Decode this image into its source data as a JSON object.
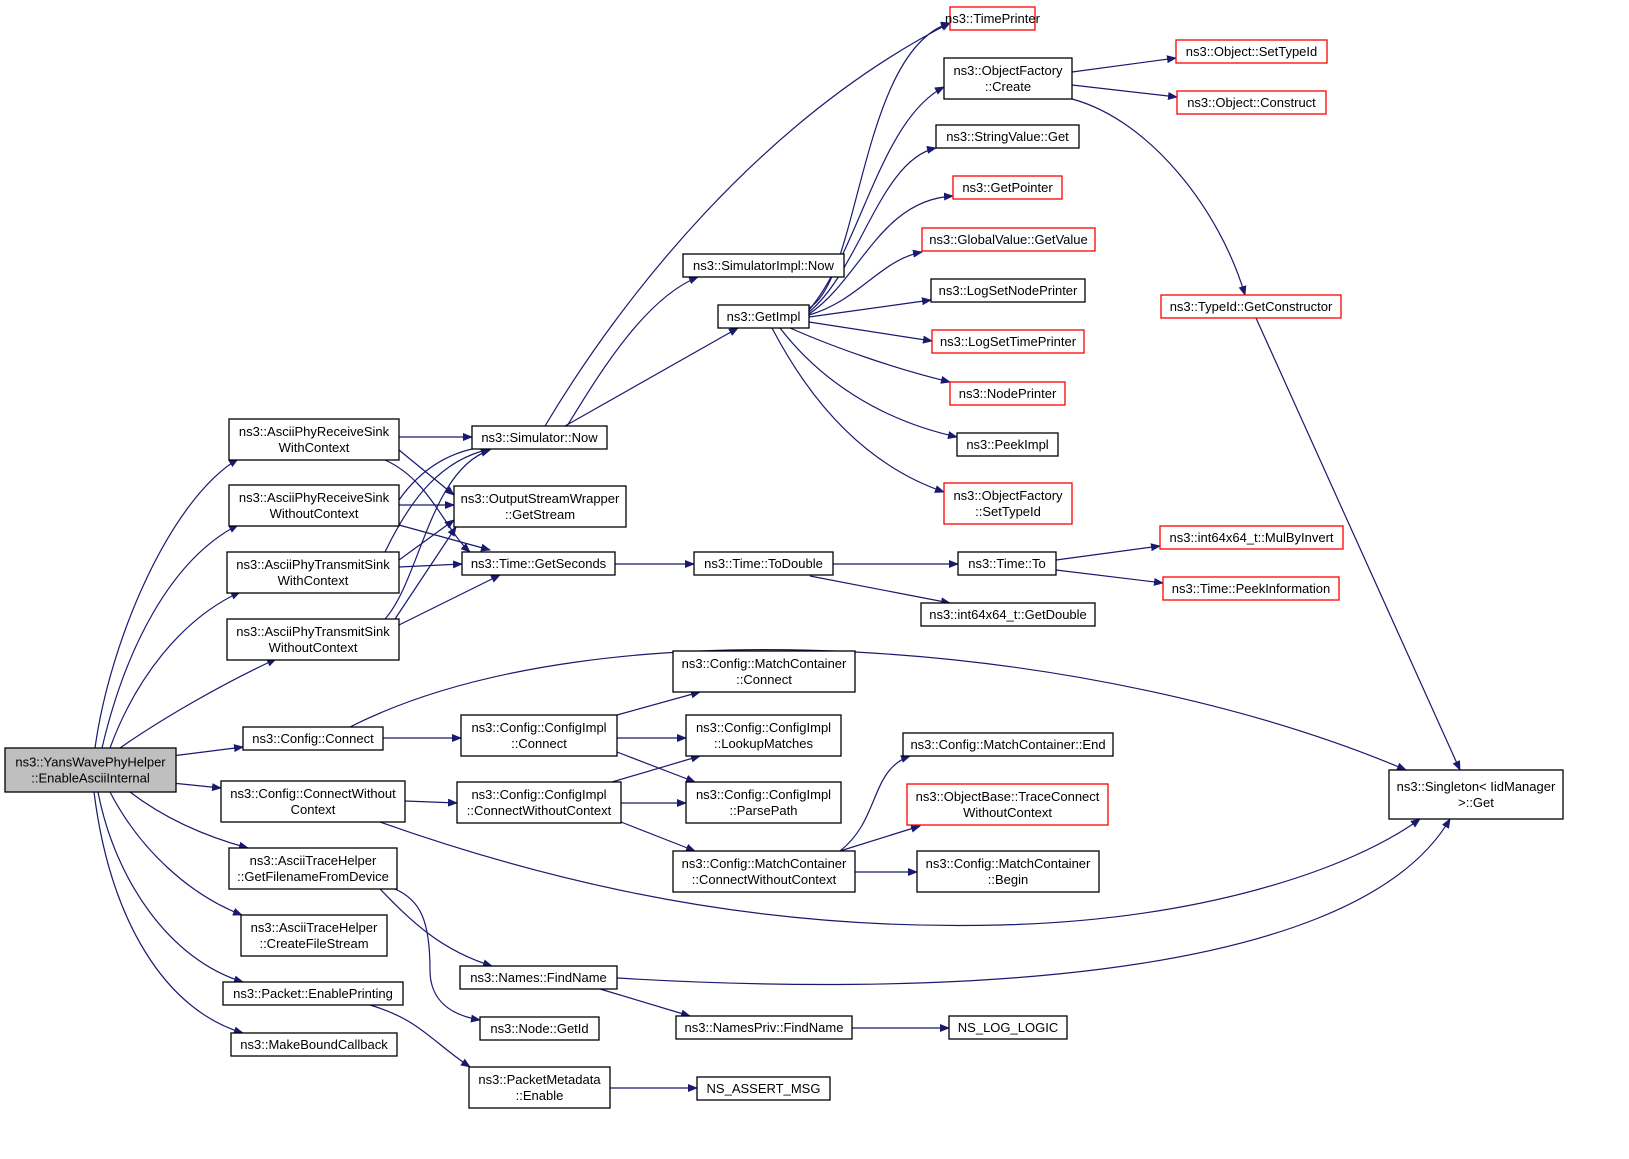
{
  "colors": {
    "edge": "#191970",
    "border_normal": "#000000",
    "border_truncated": "#ff0000",
    "root_fill": "#bfbfbf",
    "node_fill": "#ffffff"
  },
  "nodes": {
    "root": {
      "lines": [
        "ns3::YansWavePhyHelper",
        "::EnableAsciiInternal"
      ],
      "type": "root"
    },
    "rxWith": {
      "lines": [
        "ns3::AsciiPhyReceiveSink",
        "WithContext"
      ],
      "type": "normal"
    },
    "rxWithout": {
      "lines": [
        "ns3::AsciiPhyReceiveSink",
        "WithoutContext"
      ],
      "type": "normal"
    },
    "txWith": {
      "lines": [
        "ns3::AsciiPhyTransmitSink",
        "WithContext"
      ],
      "type": "normal"
    },
    "txWithout": {
      "lines": [
        "ns3::AsciiPhyTransmitSink",
        "WithoutContext"
      ],
      "type": "normal"
    },
    "cfgConnect": {
      "lines": [
        "ns3::Config::Connect"
      ],
      "type": "normal"
    },
    "cfgConnectWO": {
      "lines": [
        "ns3::Config::ConnectWithout",
        "Context"
      ],
      "type": "normal"
    },
    "getFilename": {
      "lines": [
        "ns3::AsciiTraceHelper",
        "::GetFilenameFromDevice"
      ],
      "type": "normal"
    },
    "createFile": {
      "lines": [
        "ns3::AsciiTraceHelper",
        "::CreateFileStream"
      ],
      "type": "normal"
    },
    "enablePrinting": {
      "lines": [
        "ns3::Packet::EnablePrinting"
      ],
      "type": "normal"
    },
    "makeBound": {
      "lines": [
        "ns3::MakeBoundCallback"
      ],
      "type": "normal"
    },
    "simNow": {
      "lines": [
        "ns3::Simulator::Now"
      ],
      "type": "normal"
    },
    "getStream": {
      "lines": [
        "ns3::OutputStreamWrapper",
        "::GetStream"
      ],
      "type": "normal"
    },
    "getSeconds": {
      "lines": [
        "ns3::Time::GetSeconds"
      ],
      "type": "normal"
    },
    "cfgImplConnect": {
      "lines": [
        "ns3::Config::ConfigImpl",
        "::Connect"
      ],
      "type": "normal"
    },
    "cfgImplConnectWO": {
      "lines": [
        "ns3::Config::ConfigImpl",
        "::ConnectWithoutContext"
      ],
      "type": "normal"
    },
    "namesFind": {
      "lines": [
        "ns3::Names::FindName"
      ],
      "type": "normal"
    },
    "nodeGetId": {
      "lines": [
        "ns3::Node::GetId"
      ],
      "type": "normal"
    },
    "pmEnable": {
      "lines": [
        "ns3::PacketMetadata",
        "::Enable"
      ],
      "type": "normal"
    },
    "simImplNow": {
      "lines": [
        "ns3::SimulatorImpl::Now"
      ],
      "type": "normal"
    },
    "getImpl": {
      "lines": [
        "ns3::GetImpl"
      ],
      "type": "normal"
    },
    "toDouble": {
      "lines": [
        "ns3::Time::ToDouble"
      ],
      "type": "normal"
    },
    "mcConnect": {
      "lines": [
        "ns3::Config::MatchContainer",
        "::Connect"
      ],
      "type": "normal"
    },
    "lookupMatches": {
      "lines": [
        "ns3::Config::ConfigImpl",
        "::LookupMatches"
      ],
      "type": "normal"
    },
    "parsePath": {
      "lines": [
        "ns3::Config::ConfigImpl",
        "::ParsePath"
      ],
      "type": "normal"
    },
    "mcConnectWO": {
      "lines": [
        "ns3::Config::MatchContainer",
        "::ConnectWithoutContext"
      ],
      "type": "normal"
    },
    "namesPrivFind": {
      "lines": [
        "ns3::NamesPriv::FindName"
      ],
      "type": "normal"
    },
    "assertMsg": {
      "lines": [
        "NS_ASSERT_MSG"
      ],
      "type": "normal"
    },
    "timePrinter": {
      "lines": [
        "ns3::TimePrinter"
      ],
      "type": "truncated"
    },
    "ofCreate": {
      "lines": [
        "ns3::ObjectFactory",
        "::Create"
      ],
      "type": "normal"
    },
    "strGet": {
      "lines": [
        "ns3::StringValue::Get"
      ],
      "type": "normal"
    },
    "getPointer": {
      "lines": [
        "ns3::GetPointer"
      ],
      "type": "truncated"
    },
    "gvGetValue": {
      "lines": [
        "ns3::GlobalValue::GetValue"
      ],
      "type": "truncated"
    },
    "logSetNode": {
      "lines": [
        "ns3::LogSetNodePrinter"
      ],
      "type": "normal"
    },
    "logSetTime": {
      "lines": [
        "ns3::LogSetTimePrinter"
      ],
      "type": "truncated"
    },
    "nodePrinter": {
      "lines": [
        "ns3::NodePrinter"
      ],
      "type": "truncated"
    },
    "peekImpl": {
      "lines": [
        "ns3::PeekImpl"
      ],
      "type": "normal"
    },
    "ofSetTypeId": {
      "lines": [
        "ns3::ObjectFactory",
        "::SetTypeId"
      ],
      "type": "truncated"
    },
    "timeTo": {
      "lines": [
        "ns3::Time::To"
      ],
      "type": "normal"
    },
    "getDouble": {
      "lines": [
        "ns3::int64x64_t::GetDouble"
      ],
      "type": "normal"
    },
    "mcEnd": {
      "lines": [
        "ns3::Config::MatchContainer::End"
      ],
      "type": "normal"
    },
    "traceConnectWO": {
      "lines": [
        "ns3::ObjectBase::TraceConnect",
        "WithoutContext"
      ],
      "type": "truncated"
    },
    "mcBegin": {
      "lines": [
        "ns3::Config::MatchContainer",
        "::Begin"
      ],
      "type": "normal"
    },
    "logLogic": {
      "lines": [
        "NS_LOG_LOGIC"
      ],
      "type": "normal"
    },
    "objSetTypeId": {
      "lines": [
        "ns3::Object::SetTypeId"
      ],
      "type": "truncated"
    },
    "objConstruct": {
      "lines": [
        "ns3::Object::Construct"
      ],
      "type": "truncated"
    },
    "getConstructor": {
      "lines": [
        "ns3::TypeId::GetConstructor"
      ],
      "type": "truncated"
    },
    "mulByInvert": {
      "lines": [
        "ns3::int64x64_t::MulByInvert"
      ],
      "type": "truncated"
    },
    "peekInfo": {
      "lines": [
        "ns3::Time::PeekInformation"
      ],
      "type": "truncated"
    },
    "singletonGet": {
      "lines": [
        "ns3::Singleton< IidManager",
        ">::Get"
      ],
      "type": "normal"
    }
  }
}
